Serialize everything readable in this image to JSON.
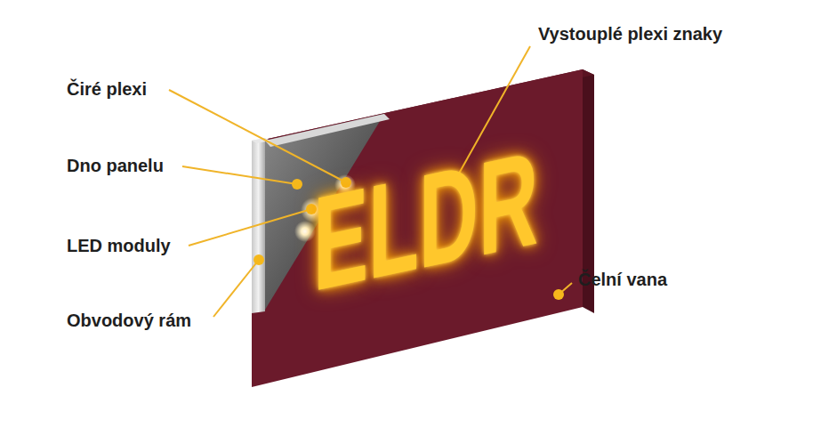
{
  "diagram": {
    "labels": [
      "Vystouplé plexi znaky",
      "Čiré plexi",
      "Dno panelu",
      "ELDR",
      "LED moduly",
      "Čelní vana",
      "Obvodový rám"
    ]
  }
}
